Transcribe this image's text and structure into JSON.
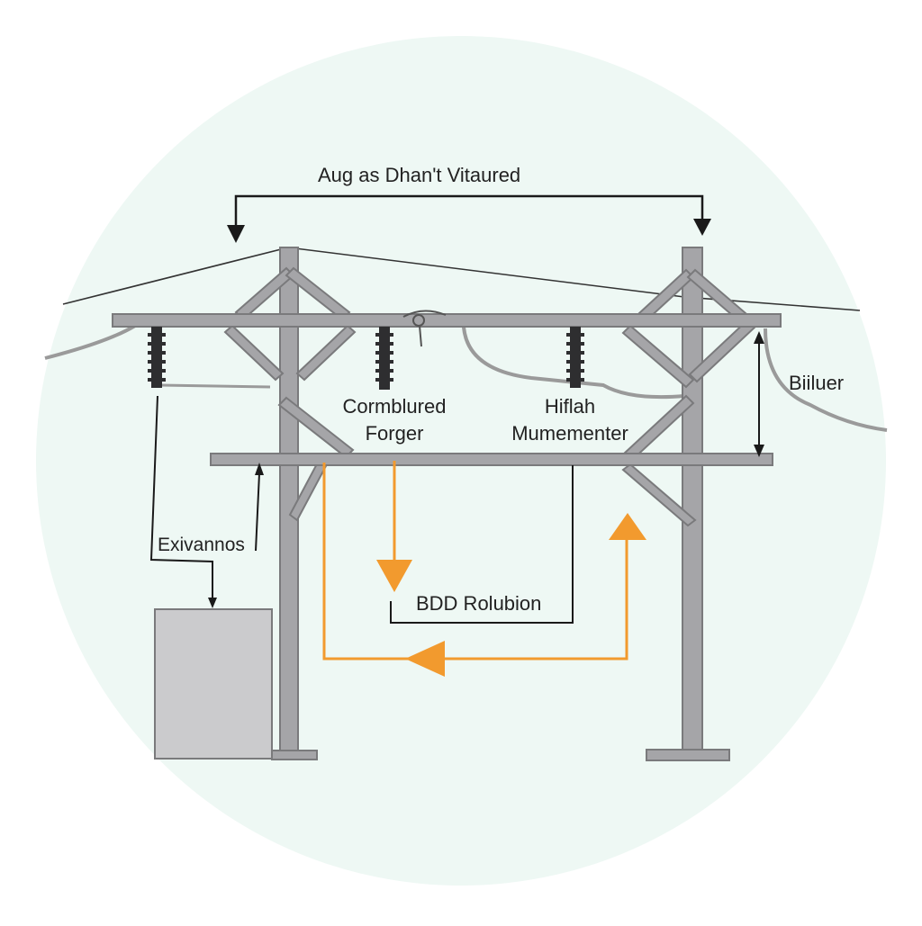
{
  "diagram": {
    "top_label": "Aug as Dhan't Vitaured",
    "right_label": "Biiluer",
    "center_label_left": [
      "Cormblured",
      "Forger"
    ],
    "center_label_right": [
      "Hiflah",
      "Mumementer"
    ],
    "left_label": "Exivannos",
    "bottom_label": "BDD Rolubion"
  },
  "colors": {
    "background_circle": "#eef8f4",
    "structure": "#a5a5a8",
    "structure_outline": "#7a7a7c",
    "insulator": "#2e2e30",
    "arrow_dark": "#1a1a1a",
    "arrow_orange": "#f29a2e",
    "wire": "#9a9a9a"
  }
}
